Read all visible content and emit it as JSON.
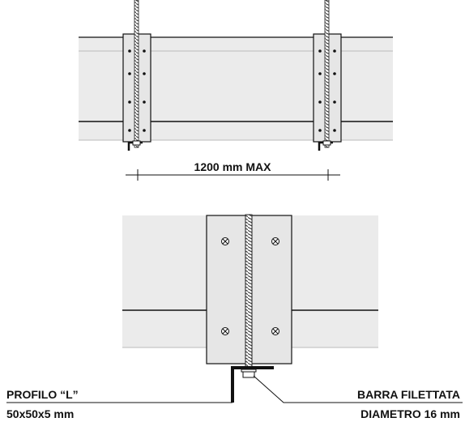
{
  "top_view": {
    "dimension_label": "1200 mm MAX"
  },
  "detail_view": {
    "profile_label_line1": "PROFILO “L”",
    "profile_label_line2": "50x50x5 mm",
    "rod_label_line1": "BARRA FILETTATA",
    "rod_label_line2": "DIAMETRO 16 mm"
  },
  "colors": {
    "panel_fill": "#ebebeb",
    "plate_fill": "#e6e6e6",
    "line": "#111111"
  }
}
